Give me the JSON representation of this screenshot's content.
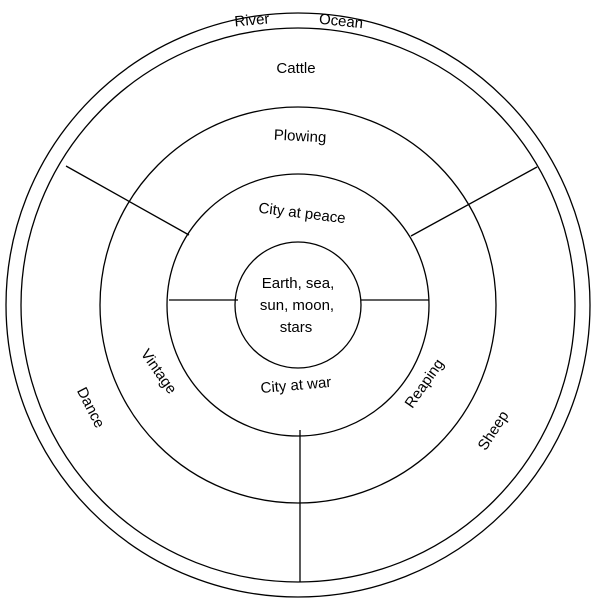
{
  "diagram": {
    "ocean_ring": {
      "words": [
        "River",
        "Ocean"
      ]
    },
    "outer_band": {
      "top": "Cattle",
      "left": "Dance",
      "right": "Sheep"
    },
    "middle_band": {
      "top": "Plowing",
      "left": "Vintage",
      "right": "Reaping"
    },
    "inner_band": {
      "top": "City at peace",
      "bottom": "City at war"
    },
    "center": {
      "lines": [
        "Earth, sea,",
        "sun, moon,",
        "stars"
      ]
    }
  },
  "colors": {
    "line": "#000000",
    "background": "#ffffff"
  }
}
